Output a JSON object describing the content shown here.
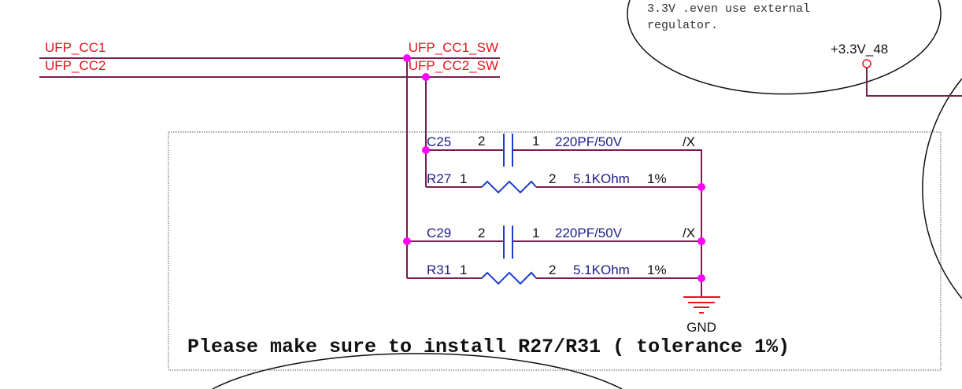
{
  "nets": {
    "cc1": "UFP_CC1",
    "cc2": "UFP_CC2",
    "cc1_sw": "UFP_CC1_SW",
    "cc2_sw": "UFP_CC2_SW",
    "power": "+3.3V_48",
    "ground": "GND"
  },
  "note_top": [
    "3.3V .even use external",
    "regulator."
  ],
  "components": [
    {
      "ref": "C25",
      "pin_left": "2",
      "pin_right": "1",
      "value": "220PF/50V",
      "flag": "/X"
    },
    {
      "ref": "R27",
      "pin_left": "1",
      "pin_right": "2",
      "value": "5.1KOhm",
      "tol": "1%"
    },
    {
      "ref": "C29",
      "pin_left": "2",
      "pin_right": "1",
      "value": "220PF/50V",
      "flag": "/X"
    },
    {
      "ref": "R31",
      "pin_left": "1",
      "pin_right": "2",
      "value": "5.1KOhm",
      "tol": "1%"
    }
  ],
  "install_note": "Please make sure to install R27/R31 ( tolerance 1%)",
  "colors": {
    "wire": "#7a1e4c",
    "junction": "#ff00ff",
    "net_label": "#e8141c",
    "part_label": "#1c1c8a"
  }
}
